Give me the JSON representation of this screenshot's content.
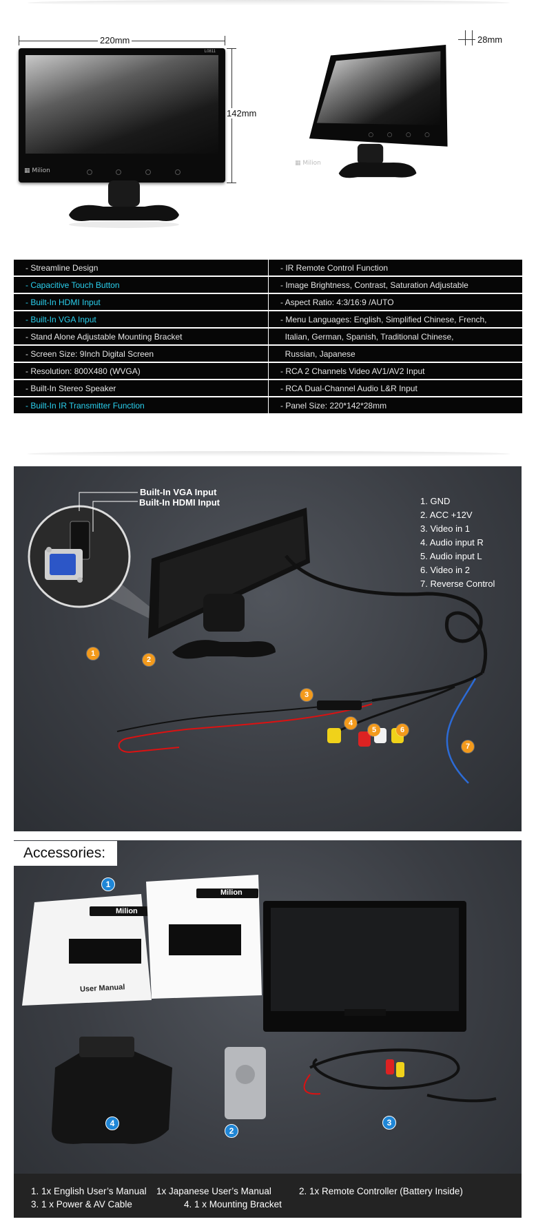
{
  "dimensions": {
    "width": "220mm",
    "height": "142mm",
    "depth": "28mm"
  },
  "product": {
    "brand": "Milion",
    "model": "L0811"
  },
  "features": {
    "left": [
      {
        "text": "- Streamline Design",
        "highlight": false
      },
      {
        "text": "- Capacitive Touch Button",
        "highlight": true
      },
      {
        "text": "- Built-In HDMI Input",
        "highlight": true
      },
      {
        "text": "- Built-In VGA Input",
        "highlight": true
      },
      {
        "text": "- Stand Alone Adjustable Mounting Bracket",
        "highlight": false
      },
      {
        "text": "- Screen Size: 9Inch Digital Screen",
        "highlight": false
      },
      {
        "text": "- Resolution: 800X480 (WVGA)",
        "highlight": false
      },
      {
        "text": "- Built-In Stereo Speaker",
        "highlight": false
      },
      {
        "text": "- Built-In IR Transmitter Function",
        "highlight": true
      }
    ],
    "right": [
      "- IR Remote Control Function",
      "- Image Brightness, Contrast, Saturation Adjustable",
      "- Aspect Ratio: 4:3/16:9 /AUTO",
      "- Menu Languages: English, Simplified Chinese, French,",
      "  Italian, German, Spanish, Traditional Chinese,",
      "  Russian, Japanese",
      "- RCA 2 Channels Video AV1/AV2 Input",
      "- RCA Dual-Channel Audio L&R Input",
      "- Panel Size: 220*142*28mm"
    ]
  },
  "connections": {
    "callouts": [
      "Built-In VGA Input",
      "Built-In HDMI Input"
    ],
    "pins": [
      "1. GND",
      "2. ACC +12V",
      "3. Video in 1",
      "4. Audio input R",
      "5. Audio input L",
      "6. Video in 2",
      "7. Reverse Control"
    ],
    "badges": [
      "1",
      "2",
      "3",
      "4",
      "5",
      "6",
      "7"
    ]
  },
  "accessories": {
    "title": "Accessories:",
    "manual_en_title": "User Manual",
    "badges": [
      "1",
      "2",
      "3",
      "4"
    ],
    "footer": {
      "item1": "1. 1x English User’s Manual",
      "item1b": "1x Japanese User’s Manual",
      "item2": "2. 1x Remote Controller (Battery Inside)",
      "item3": "3. 1 x Power & AV Cable",
      "item4": "4. 1 x Mounting Bracket"
    }
  },
  "colors": {
    "highlight": "#2ad0ee",
    "orange_badge": "#f39a1c",
    "blue_badge": "#1f86d6"
  }
}
